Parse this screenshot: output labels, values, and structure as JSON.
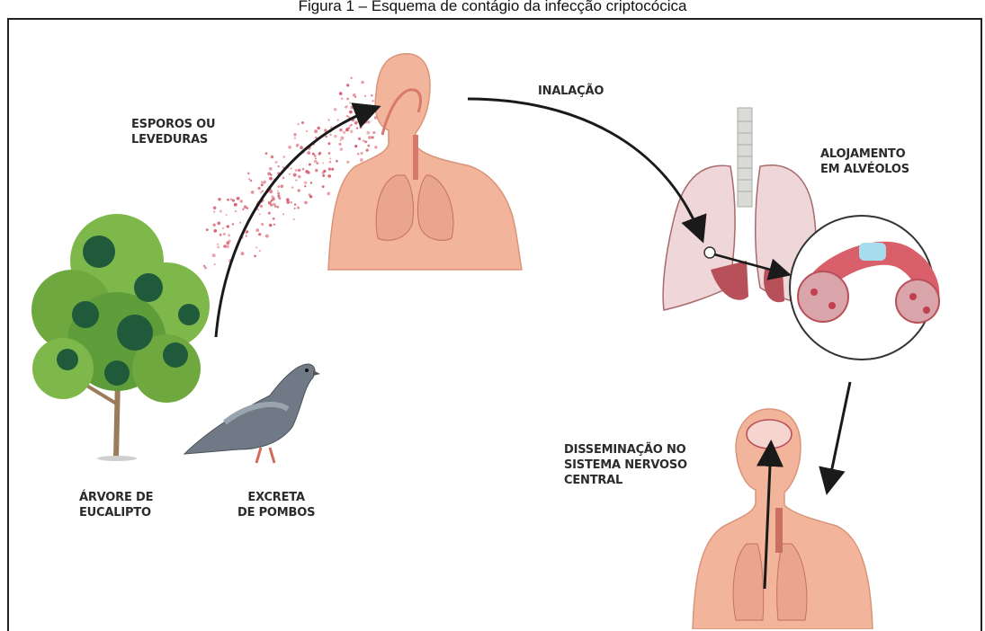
{
  "caption": "Figura 1 – Esquema de contágio da infecção criptocócica",
  "labels": {
    "spores_line1": "ESPOROS OU",
    "spores_line2": "LEVEDURAS",
    "inhalation": "INALAÇÃO",
    "lodging_line1": "ALOJAMENTO",
    "lodging_line2": "EM ALVÉOLOS",
    "dissemination_line1": "DISSEMINAÇÃO NO",
    "dissemination_line2": "SISTEMA NERVOSO",
    "dissemination_line3": "CENTRAL",
    "tree_line1": "ÁRVORE DE",
    "tree_line2": "EUCALIPTO",
    "droppings_line1": "EXCRETA",
    "droppings_line2": "DE POMBOS"
  },
  "colors": {
    "skin": "#f2b49a",
    "lung": "#e9a58f",
    "tree_light": "#7fb84a",
    "tree_dark": "#1f5a3a",
    "pigeon": "#6f7a86",
    "spores": "#d65a6a",
    "arrow": "#1a1a1a"
  }
}
